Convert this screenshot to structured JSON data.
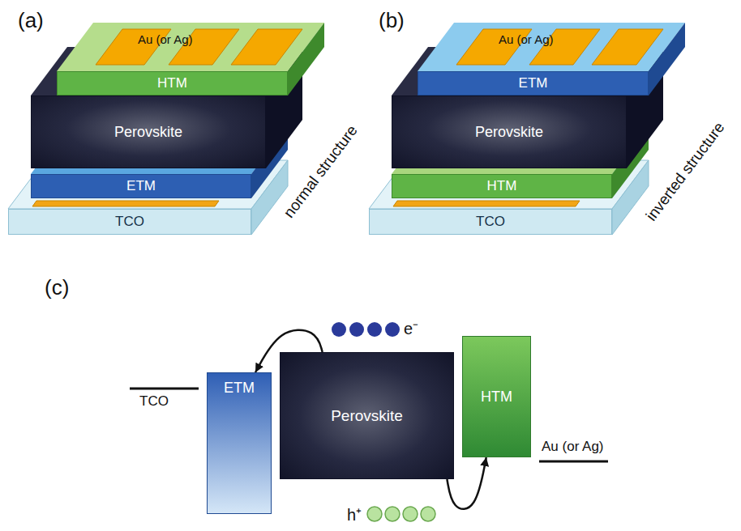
{
  "diagram": {
    "nodes": [
      {
        "text": [
          "HTM"
        ]
      },
      {
        "text": [
          "Perovskite"
        ]
      },
      {
        "text": [
          "ETM"
        ]
      },
      {
        "text": [
          "TCO"
        ]
      },
      {
        "text": [
          "ETM"
        ]
      },
      {
        "text": [
          "Perovskite"
        ]
      },
      {
        "text": [
          "HTM"
        ]
      },
      {
        "text": [
          "TCO"
        ]
      },
      {
        "text": [
          "ETM"
        ]
      },
      {
        "text": [
          "Perovskite"
        ]
      },
      {
        "text": [
          "HTM"
        ]
      }
    ],
    "edges": [
      {
        "from": 9,
        "to": 8,
        "arrow": "to"
      },
      {
        "from": 9,
        "to": 10,
        "arrow": "to"
      }
    ],
    "labels": [
      "(a)",
      "Au (or Ag)",
      "normal structure",
      "(b)",
      "Au (or Ag)",
      "inverted structure",
      "(c)",
      "e⁻",
      "TCO",
      "Au (or Ag)",
      "h⁺"
    ]
  }
}
